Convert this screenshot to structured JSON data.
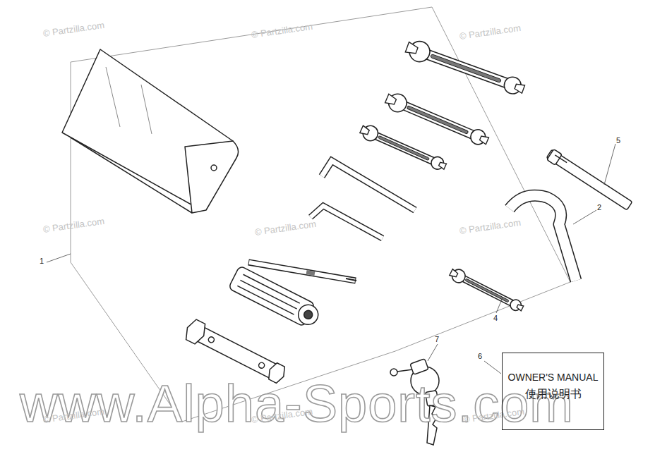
{
  "diagram": {
    "nodes": [
      {
        "text": [
          "OWNER'S MANUAL",
          "使用说明书"
        ]
      }
    ],
    "labels": [
      "1",
      "2",
      "4",
      "5",
      "6",
      "7",
      "© Partzilla.com",
      "© Partzilla.com",
      "© Partzilla.com",
      "© Partzilla.com",
      "© Partzilla.com",
      "© Partzilla.com",
      "© Partzilla.com",
      "© Partzilla.com",
      "© Partzilla.com",
      "www.Alpha-Sports.com"
    ]
  }
}
